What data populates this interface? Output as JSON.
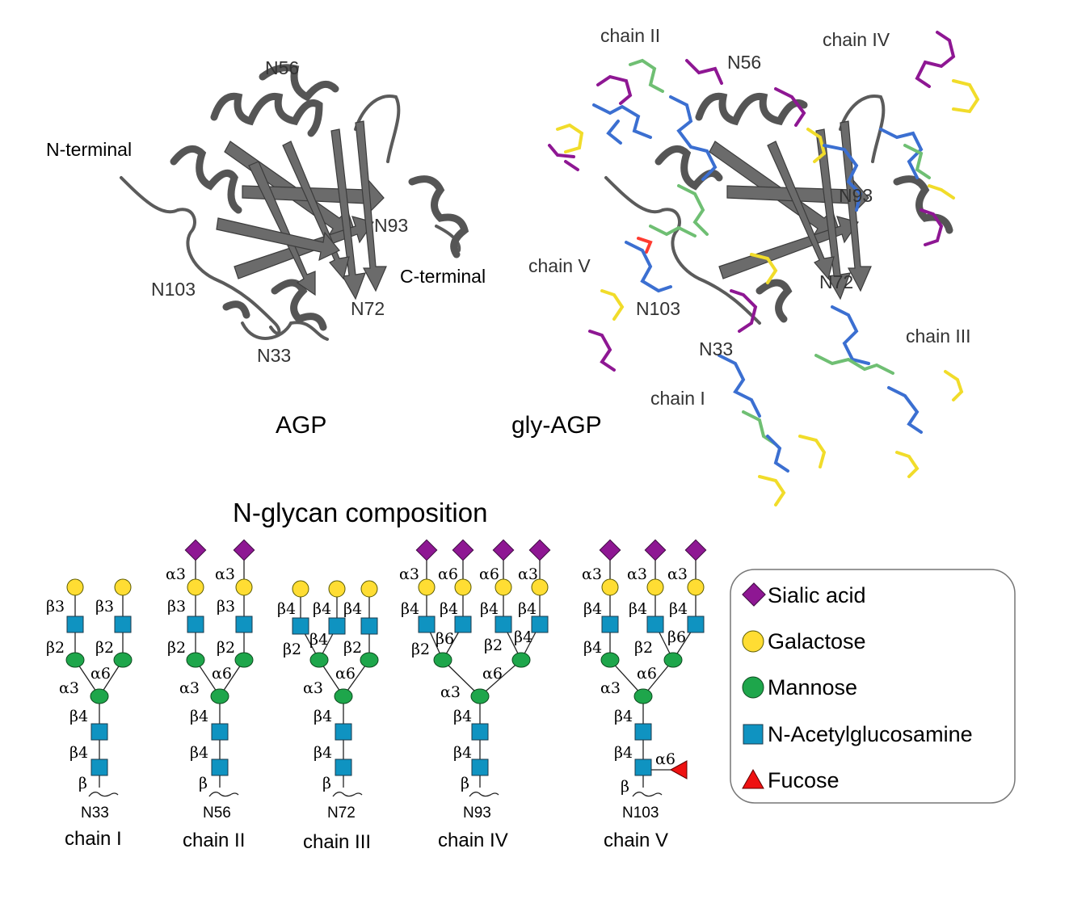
{
  "top_left": {
    "caption": "AGP",
    "labels": {
      "n_terminal": "N-terminal",
      "c_terminal": "C-terminal",
      "n56": "N56",
      "n93": "N93",
      "n103": "N103",
      "n72": "N72",
      "n33": "N33"
    }
  },
  "top_right": {
    "caption": "gly-AGP",
    "labels": {
      "chain_ii": "chain II",
      "chain_iv": "chain IV",
      "n56": "N56",
      "n93": "N93",
      "chain_v": "chain V",
      "n103": "N103",
      "n72": "N72",
      "chain_iii": "chain III",
      "n33": "N33",
      "chain_i": "chain I"
    }
  },
  "composition": {
    "title": "N-glycan composition",
    "chains": [
      {
        "site": "N33",
        "name": "chain I",
        "bonds": [
          "β3",
          "β3",
          "β2",
          "β2",
          "α3",
          "α6",
          "β4",
          "β4",
          "β"
        ]
      },
      {
        "site": "N56",
        "name": "chain II",
        "bonds": [
          "α3",
          "α3",
          "β3",
          "β3",
          "β2",
          "β2",
          "α3",
          "α6",
          "β4",
          "β4",
          "β"
        ]
      },
      {
        "site": "N72",
        "name": "chain III",
        "bonds": [
          "β4",
          "β4",
          "β4",
          "β4",
          "β2",
          "β2",
          "α3",
          "α6",
          "β4",
          "β4",
          "β"
        ]
      },
      {
        "site": "N93",
        "name": "chain IV",
        "bonds": [
          "α3",
          "α6",
          "α6",
          "α3",
          "β4",
          "β4",
          "β4",
          "β4",
          "β6",
          "β2",
          "β2",
          "β4",
          "α6",
          "α3",
          "β4",
          "β4",
          "β"
        ]
      },
      {
        "site": "N103",
        "name": "chain V",
        "bonds": [
          "α3",
          "α3",
          "α3",
          "β4",
          "β4",
          "β4",
          "β4",
          "β2",
          "β6",
          "α3",
          "α6",
          "β4",
          "β4",
          "α6",
          "β"
        ]
      }
    ]
  },
  "legend": {
    "items": [
      {
        "label": "Sialic acid",
        "shape": "purple-diamond",
        "color": "#8e1793"
      },
      {
        "label": "Galactose",
        "shape": "yellow-circle",
        "color": "#ffdd33"
      },
      {
        "label": "Mannose",
        "shape": "green-circle",
        "color": "#1ea64b"
      },
      {
        "label": "N-Acetylglucosamine",
        "shape": "blue-square",
        "color": "#0f93c1"
      },
      {
        "label": "Fucose",
        "shape": "red-triangle",
        "color": "#ee1111"
      }
    ]
  }
}
